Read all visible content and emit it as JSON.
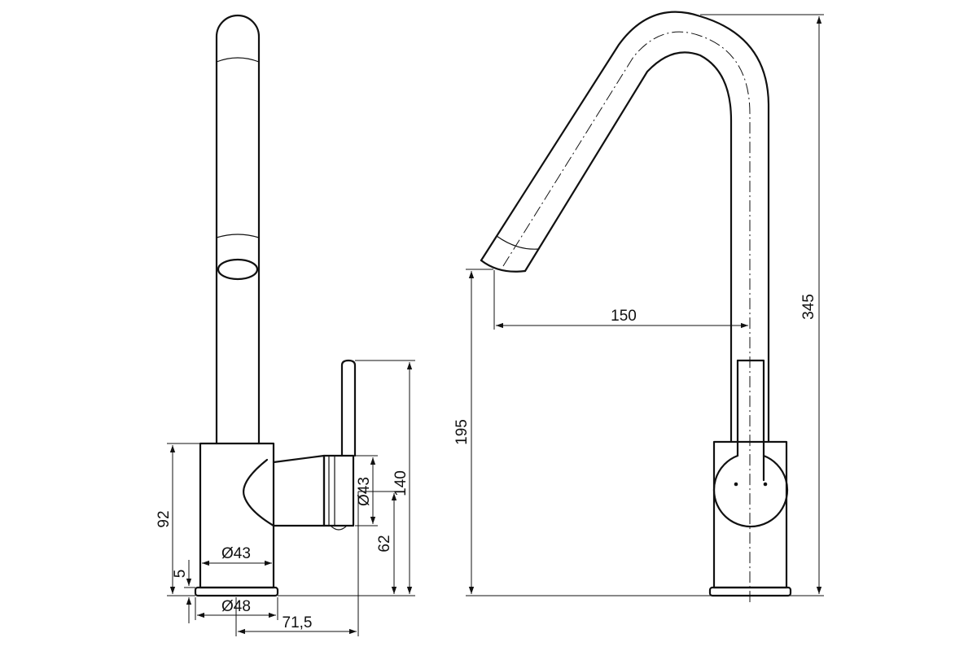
{
  "dimensions": {
    "body_height": "92",
    "base_height": "5",
    "body_diameter": "Ø43",
    "base_diameter": "Ø48",
    "lever_offset": "71,5",
    "lever_diameter": "Ø43",
    "lever_axis_height": "62",
    "lever_top_height": "140",
    "spout_reach": "150",
    "outlet_height": "195",
    "total_height": "345"
  }
}
